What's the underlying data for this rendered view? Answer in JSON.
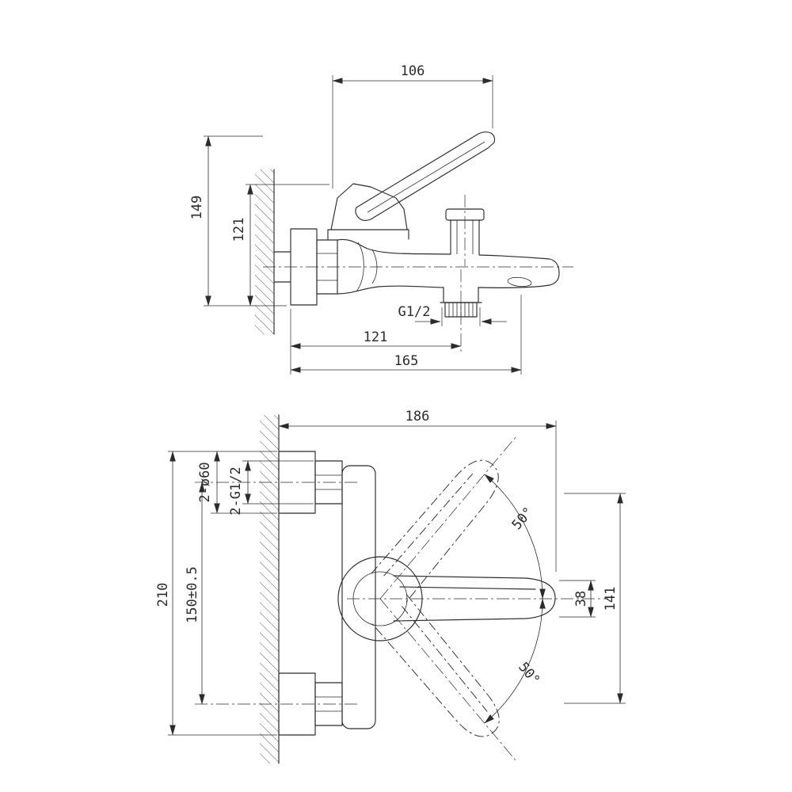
{
  "drawing": {
    "type": "technical-dimension-drawing",
    "subject": "wall-mounted bath mixer faucet, two orthographic views",
    "line_color": "#2b2b2b",
    "background": "#ffffff"
  },
  "side_view": {
    "name": "side view (upper drawing)",
    "dims": {
      "handle_length": "106",
      "height_overall": "149",
      "height_to_body": "121",
      "outlet_thread": "G1/2",
      "wall_to_outlet": "121",
      "wall_to_spout": "165"
    }
  },
  "front_view": {
    "name": "front view (lower drawing)",
    "dims": {
      "width_overall": "186",
      "flange_size": "2-ø60",
      "inlet_thread": "2-G1/2",
      "height_overall": "210",
      "inlet_spacing": "150±0.5",
      "swing_up": "50°",
      "swing_down": "50°",
      "handle_thickness": "38",
      "swing_span": "141"
    }
  }
}
